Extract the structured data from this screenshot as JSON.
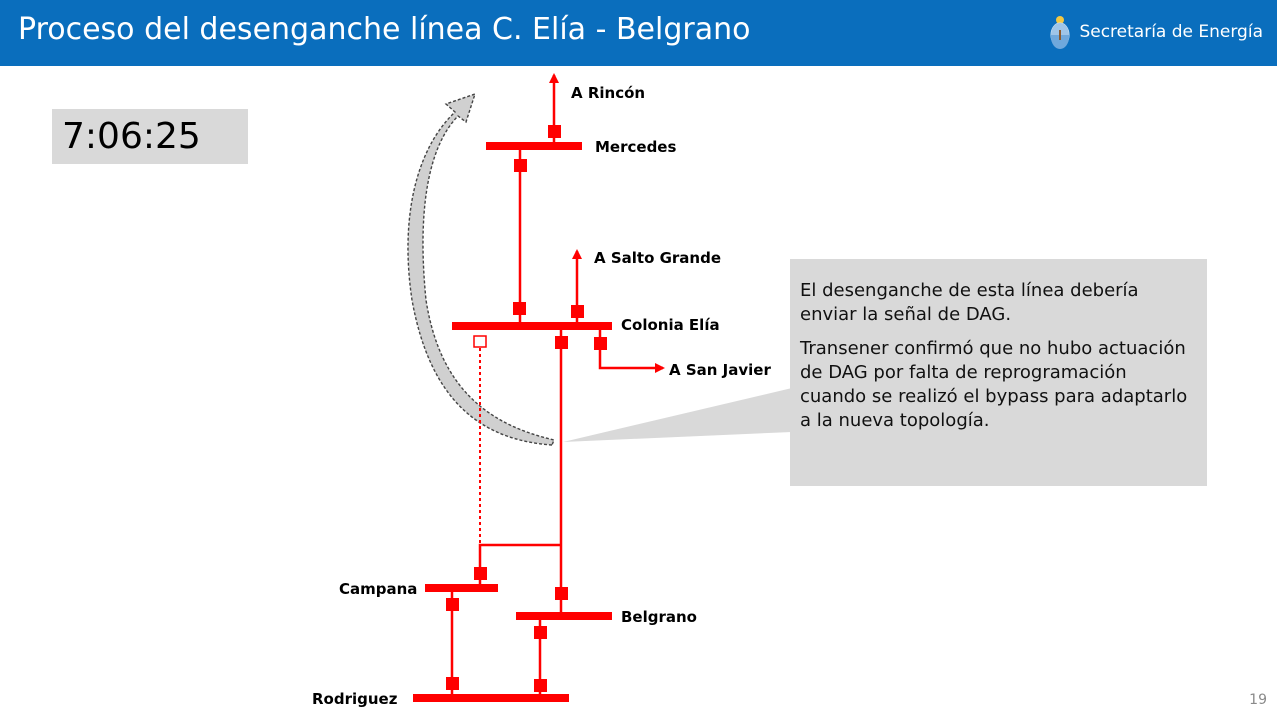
{
  "header": {
    "title": "Proceso del desenganche línea C. Elía - Belgrano",
    "brand": "Secretaría de Energía",
    "background_color": "#0a6ebd",
    "logo_icon": "argentina-shield-icon"
  },
  "clock": {
    "time": "7:06:25"
  },
  "diagram": {
    "line_color": "#ff0000",
    "labels": {
      "a_rincon": "A Rincón",
      "mercedes": "Mercedes",
      "a_salto_grande": "A Salto Grande",
      "colonia_elia": "Colonia Elía",
      "a_san_javier": "A San Javier",
      "campana": "Campana",
      "belgrano": "Belgrano",
      "rodriguez": "Rodriguez"
    }
  },
  "callout": {
    "paragraph_1": "El desenganche de esta línea debería enviar la señal de DAG.",
    "paragraph_2": "Transener confirmó que no hubo actuación de DAG por falta de reprogramación cuando se realizó el bypass para adaptarlo a la nueva topología."
  },
  "page": {
    "number": "19"
  }
}
